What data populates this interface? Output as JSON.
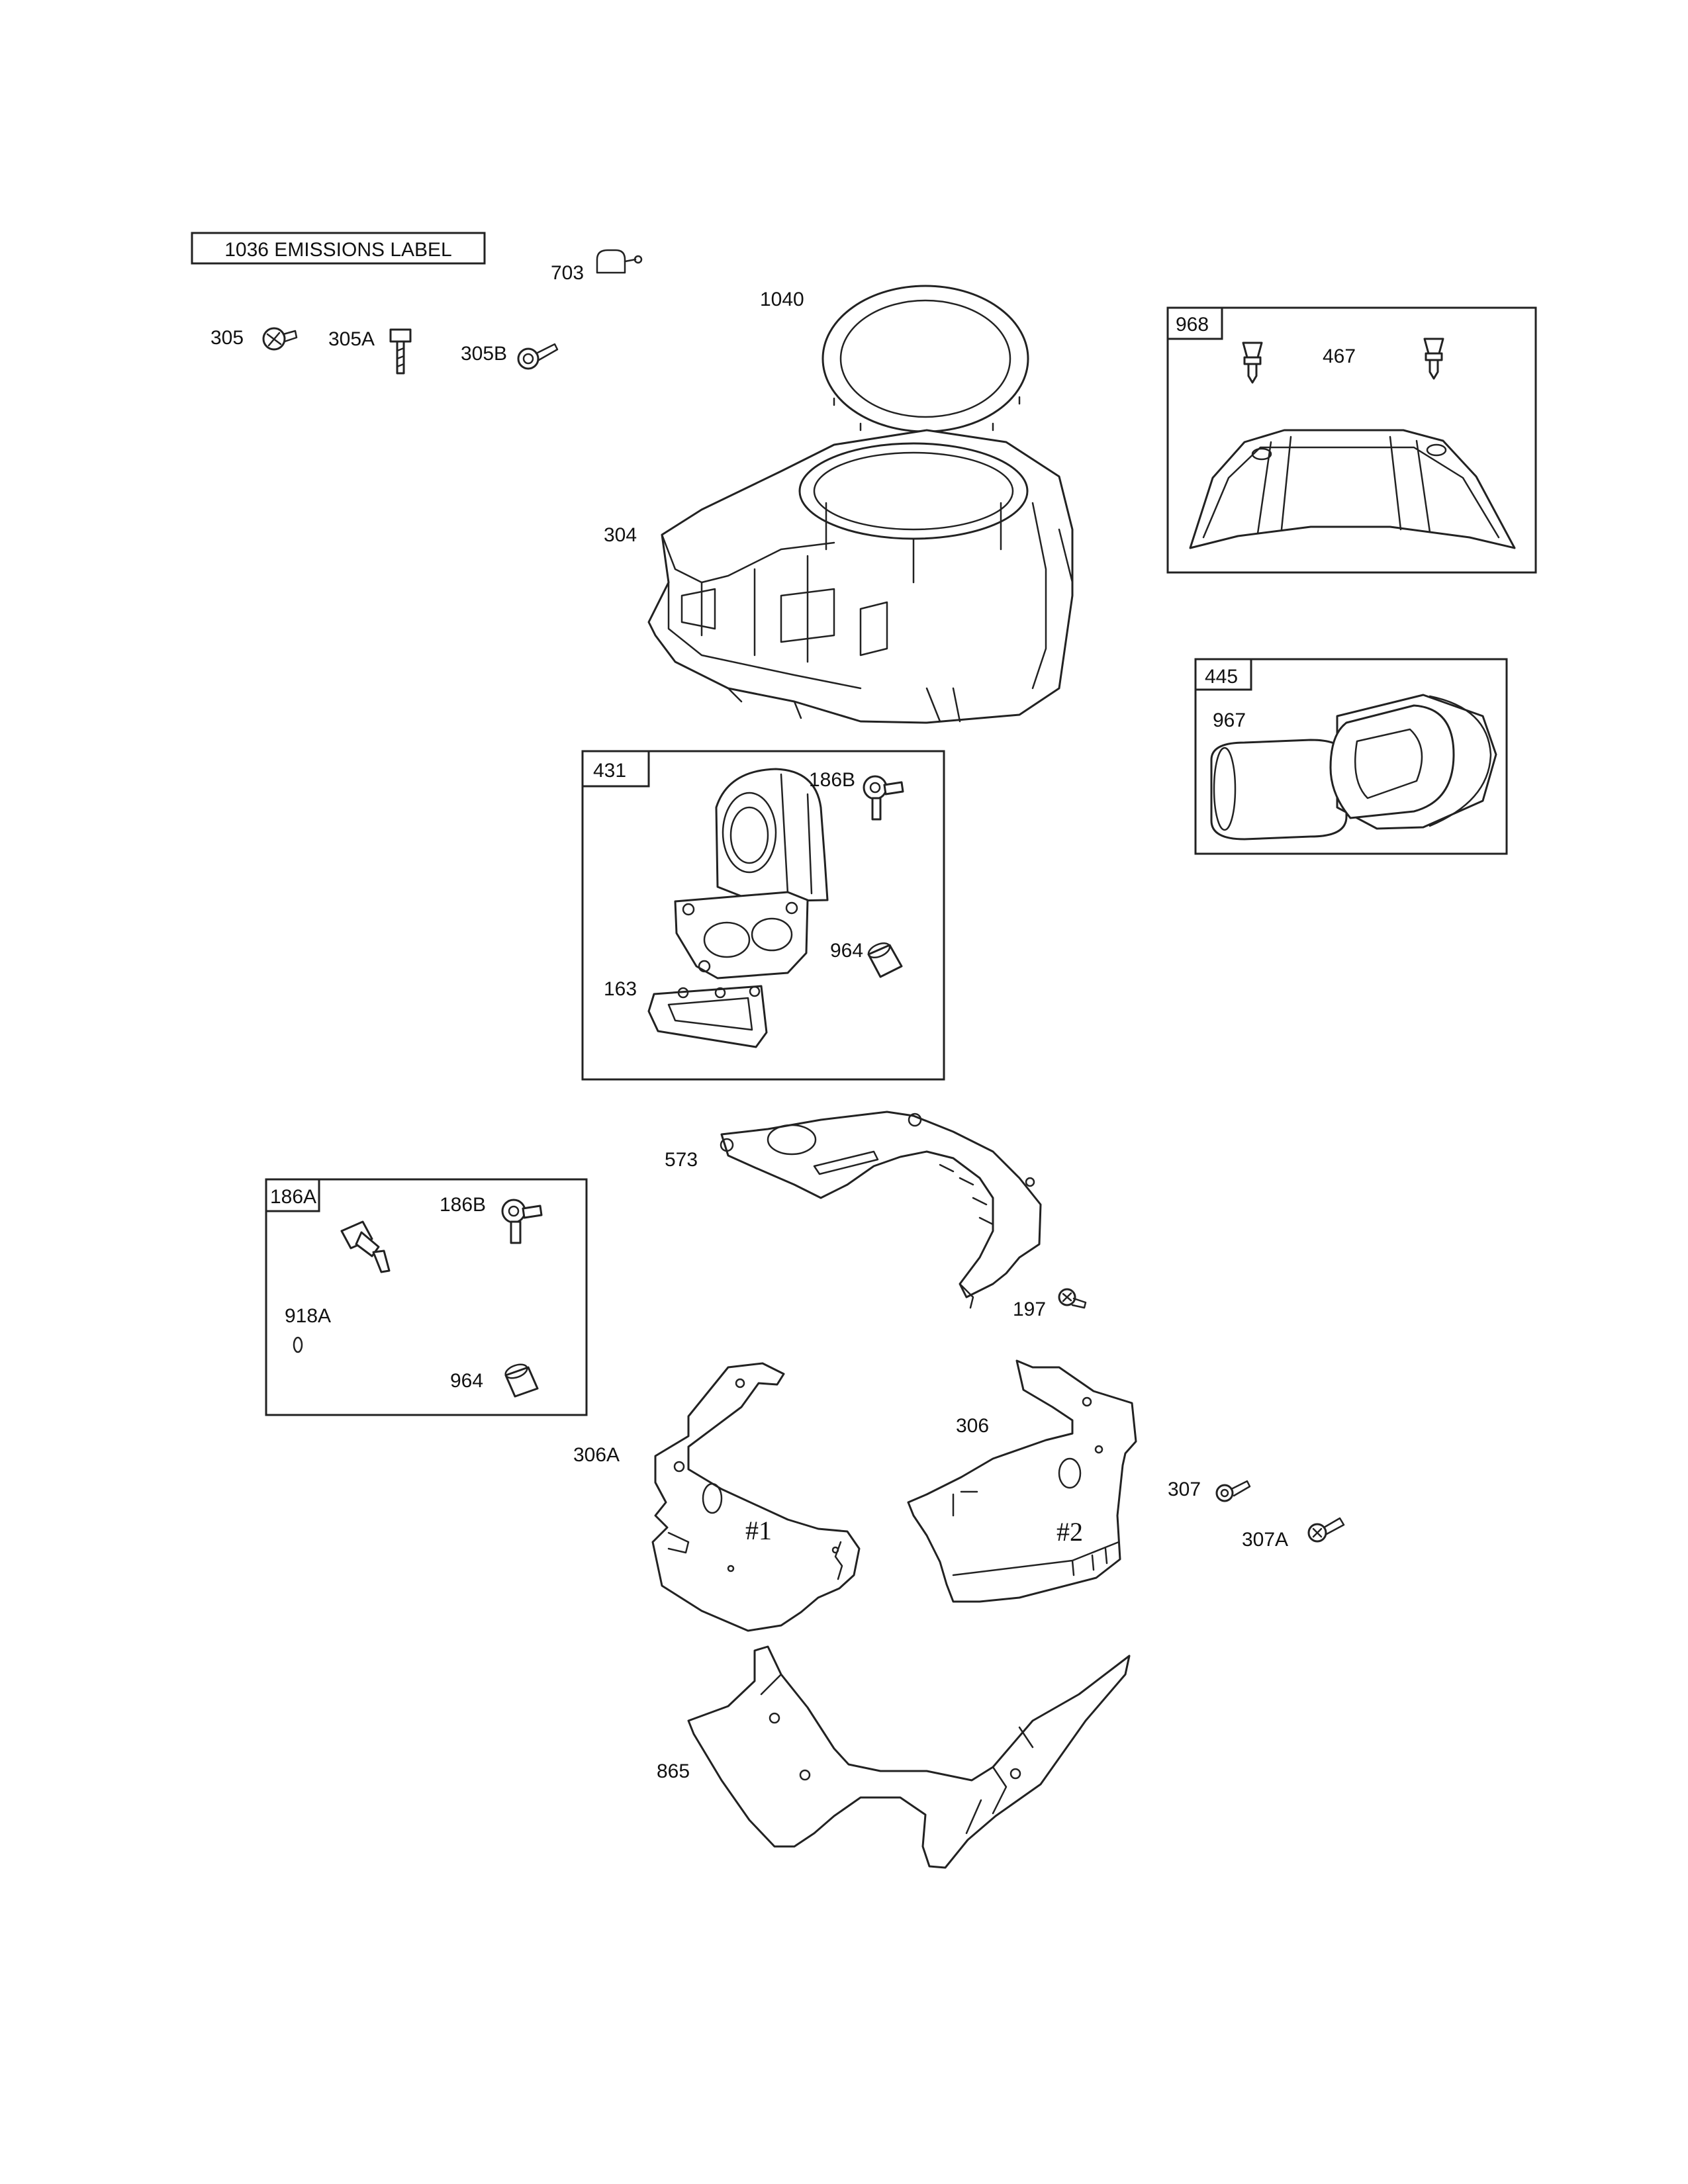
{
  "emissions_label": "1036 EMISSIONS LABEL",
  "callouts": {
    "c703": "703",
    "c1040": "1040",
    "c305": "305",
    "c305a": "305A",
    "c305b": "305B",
    "c304": "304",
    "c468": "467",
    "c186b_top": "186B",
    "c964_top": "964",
    "c163": "163",
    "c573": "573",
    "c197": "197",
    "c186b_box": "186B",
    "c918a": "918A",
    "c964_box": "964",
    "c306": "306",
    "c306a": "306A",
    "c307": "307",
    "c307a": "307A",
    "c865": "865",
    "c967": "967"
  },
  "kit_boxes": {
    "k968": "968",
    "k445": "445",
    "k431": "431",
    "k186a": "186A"
  },
  "shroud_marks": {
    "m1": "#1",
    "m2": "#2"
  }
}
